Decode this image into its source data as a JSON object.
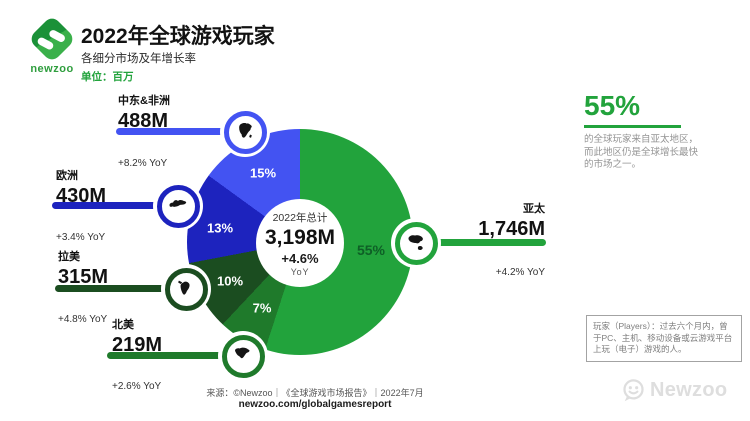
{
  "header": {
    "logo_text": "newzoo",
    "title": "2022年全球游戏玩家",
    "subtitle": "各细分市场及年增长率",
    "unit": "单位：百万"
  },
  "colors": {
    "accent_green": "#22A33C",
    "pie_label_dark_green": "#0E5F26"
  },
  "chart_data": {
    "type": "pie",
    "variant": "donut",
    "title": "2022年全球游戏玩家",
    "unit": "百万",
    "start": "12-o-clock",
    "direction": "clockwise",
    "center": {
      "label": "2022年总计",
      "value": "3,198M",
      "yoy": "+4.6%",
      "yoy_suffix": "YoY"
    },
    "segments": [
      {
        "region": "亚太",
        "share_pct": 55,
        "share_label": "55%",
        "value_label": "1,746M",
        "yoy": "+4.2% YoY",
        "color": "#22A33C"
      },
      {
        "region": "北美",
        "share_pct": 7,
        "share_label": "7%",
        "value_label": "219M",
        "yoy": "+2.6% YoY",
        "color": "#1F7A2B"
      },
      {
        "region": "拉美",
        "share_pct": 10,
        "share_label": "10%",
        "value_label": "315M",
        "yoy": "+4.8% YoY",
        "color": "#1B4D20"
      },
      {
        "region": "欧洲",
        "share_pct": 13,
        "share_label": "13%",
        "value_label": "430M",
        "yoy": "+3.4% YoY",
        "color": "#1D23BE"
      },
      {
        "region": "中东&非洲",
        "share_pct": 15,
        "share_label": "15%",
        "value_label": "488M",
        "yoy": "+8.2% YoY",
        "color": "#4353F2"
      }
    ]
  },
  "highlight": {
    "stat": "55%",
    "description": "的全球玩家来自亚太地区，而此地区仍是全球增长最快的市场之一。"
  },
  "note": {
    "text": "玩家（Players）：过去六个月内，曾于PC、主机、移动设备或云游戏平台上玩（电子）游戏的人。"
  },
  "footer": {
    "source": "来源：©Newzoo｜《全球游戏市场报告》｜2022年7月",
    "url": "newzoo.com/globalgamesreport",
    "watermark": "Newzoo"
  }
}
